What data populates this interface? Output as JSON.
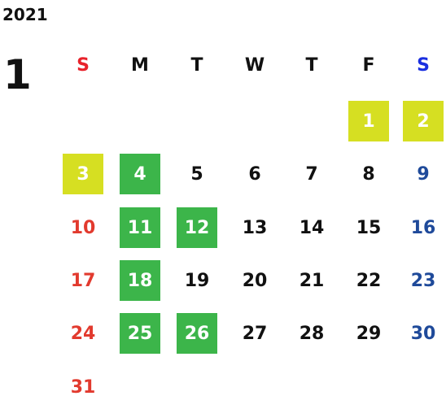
{
  "calendar": {
    "year": "2021",
    "month": "1",
    "weekdays": [
      "S",
      "M",
      "T",
      "W",
      "T",
      "F",
      "S"
    ],
    "colors": {
      "sunday": "#e23a2e",
      "saturday": "#1f4a9a",
      "sunday_header": "#e8222b",
      "saturday_header": "#1a2fe0",
      "highlight_green": "#3cb54a",
      "highlight_yellow": "#d6df22",
      "text": "#111111"
    },
    "weeks": [
      [
        {
          "day": "",
          "hl": ""
        },
        {
          "day": "",
          "hl": ""
        },
        {
          "day": "",
          "hl": ""
        },
        {
          "day": "",
          "hl": ""
        },
        {
          "day": "",
          "hl": ""
        },
        {
          "day": "1",
          "hl": "yellow"
        },
        {
          "day": "2",
          "hl": "yellow"
        }
      ],
      [
        {
          "day": "3",
          "hl": "yellow"
        },
        {
          "day": "4",
          "hl": "green"
        },
        {
          "day": "5",
          "hl": ""
        },
        {
          "day": "6",
          "hl": ""
        },
        {
          "day": "7",
          "hl": ""
        },
        {
          "day": "8",
          "hl": ""
        },
        {
          "day": "9",
          "hl": ""
        }
      ],
      [
        {
          "day": "10",
          "hl": ""
        },
        {
          "day": "11",
          "hl": "green"
        },
        {
          "day": "12",
          "hl": "green"
        },
        {
          "day": "13",
          "hl": ""
        },
        {
          "day": "14",
          "hl": ""
        },
        {
          "day": "15",
          "hl": ""
        },
        {
          "day": "16",
          "hl": ""
        }
      ],
      [
        {
          "day": "17",
          "hl": ""
        },
        {
          "day": "18",
          "hl": "green"
        },
        {
          "day": "19",
          "hl": ""
        },
        {
          "day": "20",
          "hl": ""
        },
        {
          "day": "21",
          "hl": ""
        },
        {
          "day": "22",
          "hl": ""
        },
        {
          "day": "23",
          "hl": ""
        }
      ],
      [
        {
          "day": "24",
          "hl": ""
        },
        {
          "day": "25",
          "hl": "green"
        },
        {
          "day": "26",
          "hl": "green"
        },
        {
          "day": "27",
          "hl": ""
        },
        {
          "day": "28",
          "hl": ""
        },
        {
          "day": "29",
          "hl": ""
        },
        {
          "day": "30",
          "hl": ""
        }
      ],
      [
        {
          "day": "31",
          "hl": ""
        },
        {
          "day": "",
          "hl": ""
        },
        {
          "day": "",
          "hl": ""
        },
        {
          "day": "",
          "hl": ""
        },
        {
          "day": "",
          "hl": ""
        },
        {
          "day": "",
          "hl": ""
        },
        {
          "day": "",
          "hl": ""
        }
      ]
    ]
  }
}
